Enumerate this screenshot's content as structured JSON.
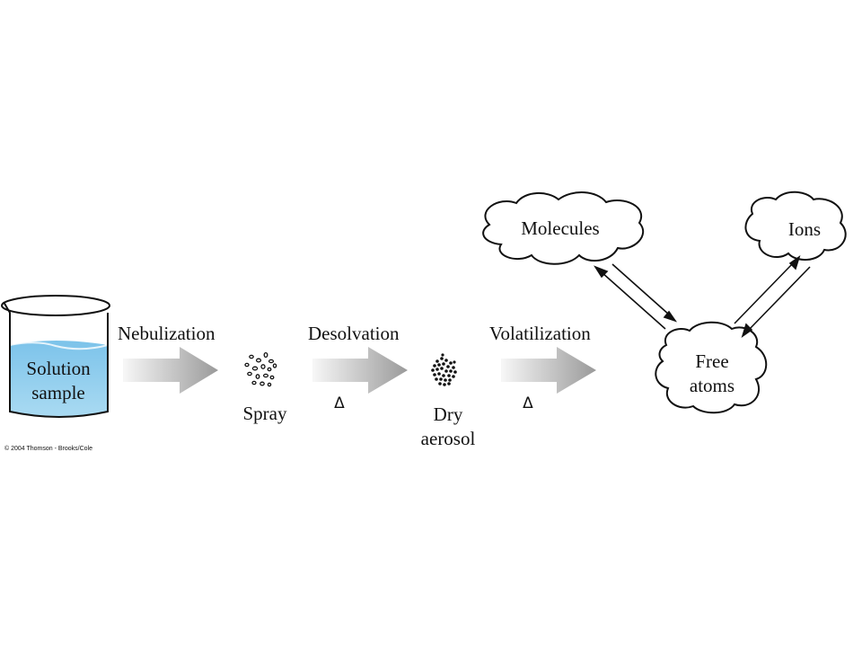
{
  "beaker": {
    "label_line1": "Solution",
    "label_line2": "sample",
    "liquid_color": "#9fd4ef"
  },
  "steps": [
    {
      "label": "Nebulization",
      "heat": ""
    },
    {
      "label": "Desolvation",
      "heat": "Δ"
    },
    {
      "label": "Volatilization",
      "heat": "Δ"
    }
  ],
  "products": {
    "spray": "Spray",
    "dry_aerosol_line1": "Dry",
    "dry_aerosol_line2": "aerosol"
  },
  "clouds": {
    "molecules": "Molecules",
    "ions": "Ions",
    "free_atoms_line1": "Free",
    "free_atoms_line2": "atoms"
  },
  "copyright": "© 2004 Thomson - Brooks/Cole",
  "colors": {
    "arrow_light": "#f4f4f4",
    "arrow_dark": "#9a9a9a",
    "liquid": "#9fd4ef",
    "liquid_dark": "#6fb8e0"
  }
}
